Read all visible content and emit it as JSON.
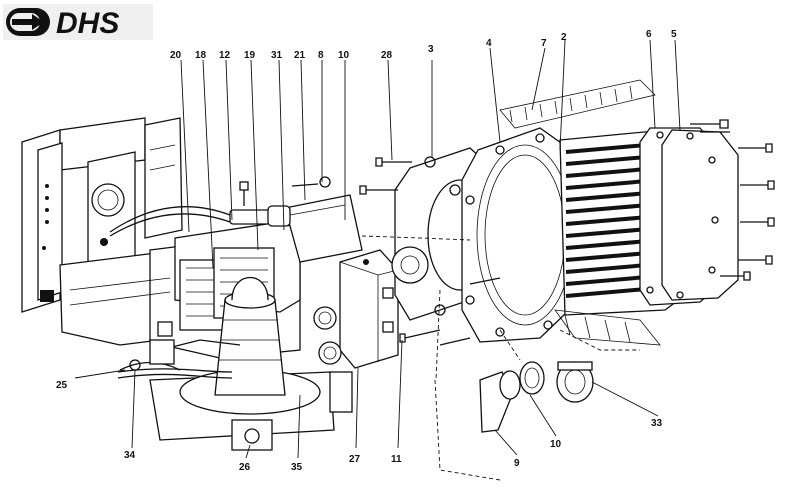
{
  "logo": {
    "text": "DHS"
  },
  "callouts": [
    {
      "id": "c20",
      "label": "20"
    },
    {
      "id": "c18",
      "label": "18"
    },
    {
      "id": "c12",
      "label": "12"
    },
    {
      "id": "c19",
      "label": "19"
    },
    {
      "id": "c31",
      "label": "31"
    },
    {
      "id": "c21",
      "label": "21"
    },
    {
      "id": "c8",
      "label": "8"
    },
    {
      "id": "c10a",
      "label": "10"
    },
    {
      "id": "c28",
      "label": "28"
    },
    {
      "id": "c3",
      "label": "3"
    },
    {
      "id": "c4",
      "label": "4"
    },
    {
      "id": "c7",
      "label": "7"
    },
    {
      "id": "c2",
      "label": "2"
    },
    {
      "id": "c6",
      "label": "6"
    },
    {
      "id": "c5",
      "label": "5"
    },
    {
      "id": "c25",
      "label": "25"
    },
    {
      "id": "c34",
      "label": "34"
    },
    {
      "id": "c26",
      "label": "26"
    },
    {
      "id": "c35",
      "label": "35"
    },
    {
      "id": "c27",
      "label": "27"
    },
    {
      "id": "c11",
      "label": "11"
    },
    {
      "id": "c9",
      "label": "9"
    },
    {
      "id": "c10b",
      "label": "10"
    },
    {
      "id": "c33",
      "label": "33"
    }
  ]
}
